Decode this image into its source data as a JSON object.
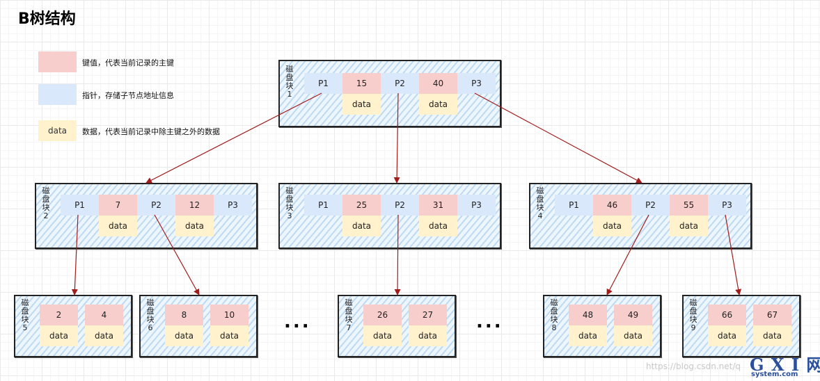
{
  "title": "B树结构",
  "legend": [
    {
      "sample": "",
      "text": "键值，代表当前记录的主键",
      "color": "#f8cecc"
    },
    {
      "sample": "",
      "text": "指针，存储子节点地址信息",
      "color": "#dae8fc"
    },
    {
      "sample": "data",
      "text": "数据，代表当前记录中除主键之外的数据",
      "color": "#fff2cc"
    }
  ],
  "blocks": [
    {
      "label": "磁盘块1",
      "pointers": [
        "P1",
        "P2",
        "P3"
      ],
      "keys": [
        "15",
        "40"
      ],
      "data": [
        "data",
        "data"
      ]
    },
    {
      "label": "磁盘块2",
      "pointers": [
        "P1",
        "P2",
        "P3"
      ],
      "keys": [
        "7",
        "12"
      ],
      "data": [
        "data",
        "data"
      ]
    },
    {
      "label": "磁盘块3",
      "pointers": [
        "P1",
        "P2",
        "P3"
      ],
      "keys": [
        "25",
        "31"
      ],
      "data": [
        "data",
        "data"
      ]
    },
    {
      "label": "磁盘块4",
      "pointers": [
        "P1",
        "P2",
        "P3"
      ],
      "keys": [
        "46",
        "55"
      ],
      "data": [
        "data",
        "data"
      ]
    },
    {
      "label": "磁盘块5",
      "keys": [
        "2",
        "4"
      ],
      "data": [
        "data",
        "data"
      ]
    },
    {
      "label": "磁盘块6",
      "keys": [
        "8",
        "10"
      ],
      "data": [
        "data",
        "data"
      ]
    },
    {
      "label": "磁盘块7",
      "keys": [
        "26",
        "27"
      ],
      "data": [
        "data",
        "data"
      ]
    },
    {
      "label": "磁盘块8",
      "keys": [
        "48",
        "49"
      ],
      "data": [
        "data",
        "data"
      ]
    },
    {
      "label": "磁盘块9",
      "keys": [
        "66",
        "67"
      ],
      "data": [
        "data",
        "data"
      ]
    }
  ],
  "ellipsis": [
    "...",
    "..."
  ],
  "watermark": "https://blog.csdn.net/q",
  "logo": {
    "main": "G X I 网",
    "sub": "system.com"
  },
  "colors": {
    "key": "#f8cecc",
    "pointer": "#dae8fc",
    "data": "#fff2cc",
    "arrow": "#a11b1b"
  }
}
